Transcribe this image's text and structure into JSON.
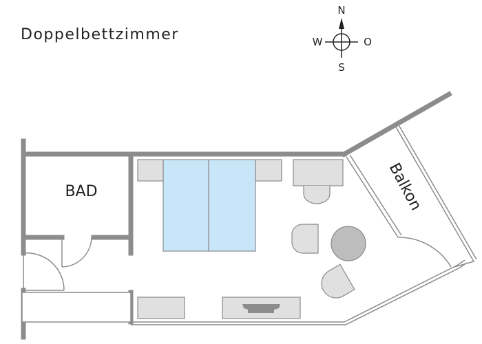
{
  "title": "Doppelbettzimmer",
  "compass": {
    "north": "N",
    "south": "S",
    "west": "W",
    "east": "O"
  },
  "rooms": {
    "bath": "BAD",
    "balcony": "Balkon"
  },
  "colors": {
    "wall": "#8c8c8c",
    "furniture": "#e0e0e0",
    "furniture_stroke": "#8a8a8a",
    "bed": "#c7e6f7",
    "table": "#bdbdbd"
  }
}
